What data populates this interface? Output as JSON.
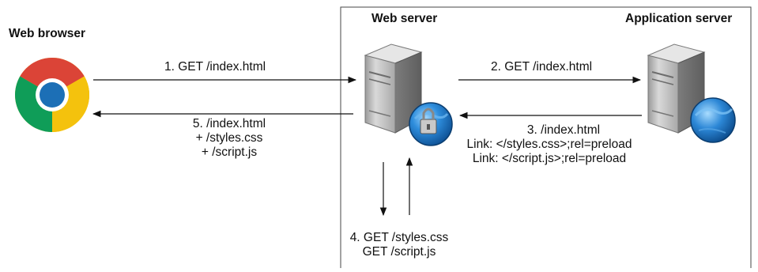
{
  "nodes": {
    "browser": {
      "label": "Web browser",
      "icon": "chrome-browser-icon"
    },
    "web_server": {
      "label": "Web server",
      "icon": "server-lock-icon"
    },
    "app_server": {
      "label": "Application server",
      "icon": "server-globe-icon"
    }
  },
  "messages": {
    "m1": "1. GET /index.html",
    "m2": "2. GET /index.html",
    "m3": {
      "line1": "3. /index.html",
      "line2": "Link: </styles.css>;rel=preload",
      "line3": "Link: </script.js>;rel=preload"
    },
    "m4": {
      "line1": "4. GET /styles.css",
      "line2": "GET /script.js"
    },
    "m5": {
      "line1": "5. /index.html",
      "line2": "+ /styles.css",
      "line3": "+ /script.js"
    }
  },
  "colors": {
    "chrome_red": "#db4437",
    "chrome_yellow": "#f4c20d",
    "chrome_green": "#0f9d58",
    "chrome_blue": "#1c6fb6",
    "server_gray": "#b9b9b9",
    "globe_blue": "#1f77c8",
    "arrow": "#111111"
  }
}
